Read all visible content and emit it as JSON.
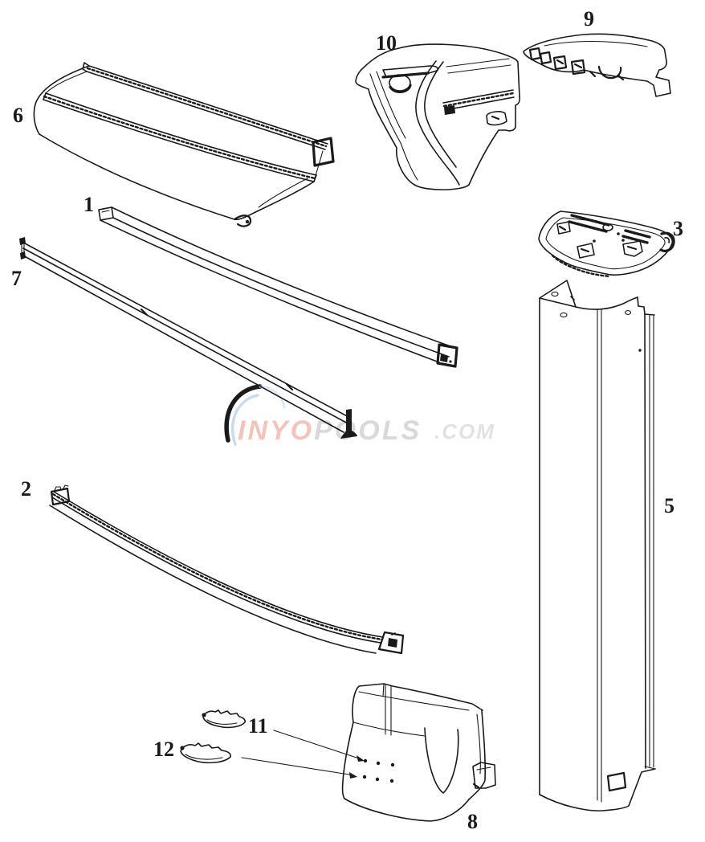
{
  "parts": {
    "p1": {
      "label": "1"
    },
    "p2": {
      "label": "2"
    },
    "p3": {
      "label": "3"
    },
    "p5": {
      "label": "5"
    },
    "p6": {
      "label": "6"
    },
    "p7": {
      "label": "7"
    },
    "p8": {
      "label": "8"
    },
    "p9": {
      "label": "9"
    },
    "p10": {
      "label": "10"
    },
    "p11": {
      "label": "11"
    },
    "p12": {
      "label": "12"
    }
  },
  "watermark": {
    "brand_segments": [
      {
        "text": "INYO",
        "color": "#f2c4bc"
      },
      {
        "text": "POOLS",
        "color": "#d9d9d9"
      },
      {
        "text": ".COM",
        "color": "#e2e2e2"
      }
    ],
    "logo": {
      "color": "#b9d2ea"
    }
  },
  "colors": {
    "line": "#1a1a1a",
    "background": "#ffffff"
  }
}
